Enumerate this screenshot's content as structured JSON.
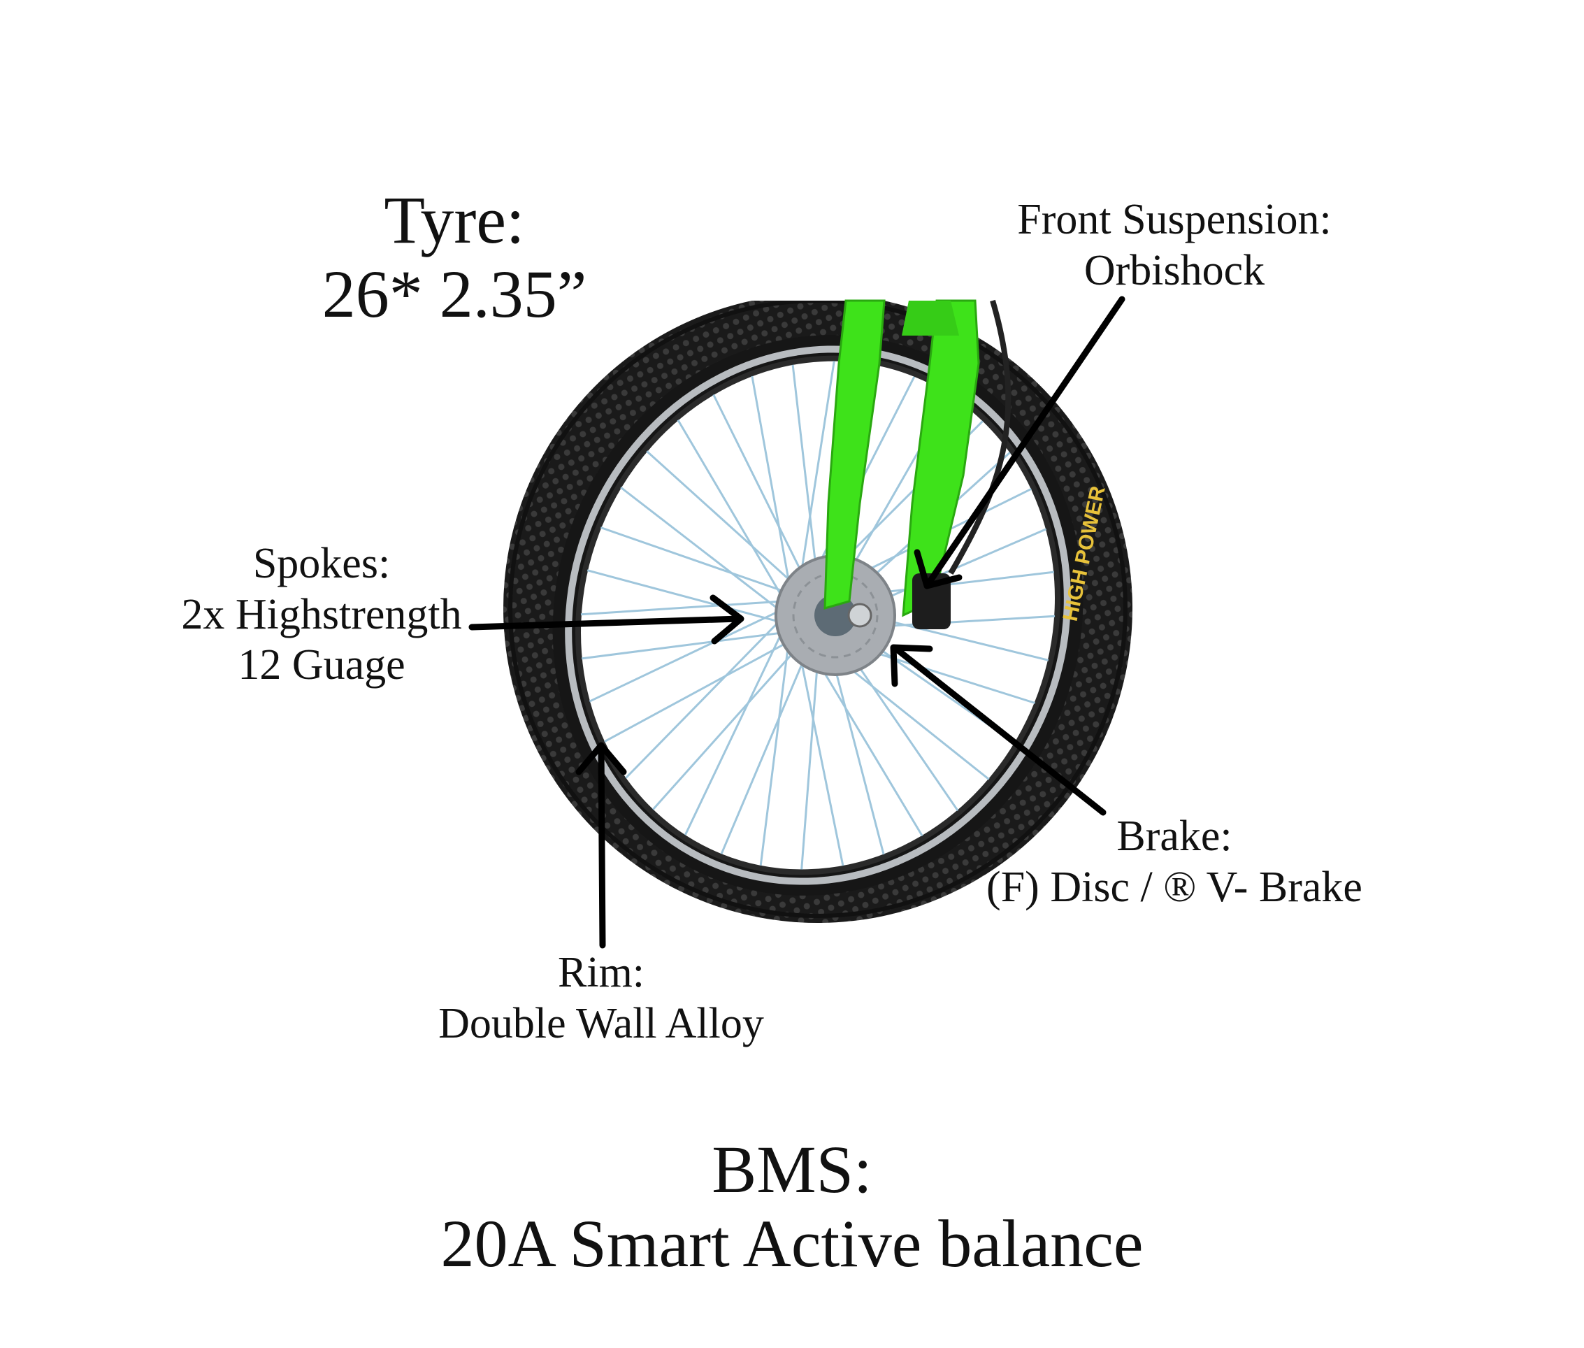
{
  "labels": {
    "tyre": {
      "heading": "Tyre:",
      "value": "26* 2.35”"
    },
    "front_suspension": {
      "heading": "Front Suspension:",
      "value": "Orbishock"
    },
    "spokes": {
      "heading": "Spokes:",
      "value_line1": "2x Highstrength",
      "value_line2": "12 Guage"
    },
    "brake": {
      "heading": "Brake:",
      "value": "(F) Disc / ® V- Brake"
    },
    "rim": {
      "heading": "Rim:",
      "value": "Double Wall Alloy"
    },
    "bms": {
      "heading": "BMS:",
      "value": "20A Smart Active balance"
    }
  },
  "wheel_brand_text": "HIGH POWER",
  "colors": {
    "background": "#ffffff",
    "text": "#111111",
    "arrow": "#000000",
    "fork": "#3ee21a",
    "tyre": "#1c1c1c",
    "rim": "#b8bcc0",
    "spokes": "#9fc6dc",
    "disc": "#a9adb2",
    "brand_text": "#e8c23a"
  }
}
